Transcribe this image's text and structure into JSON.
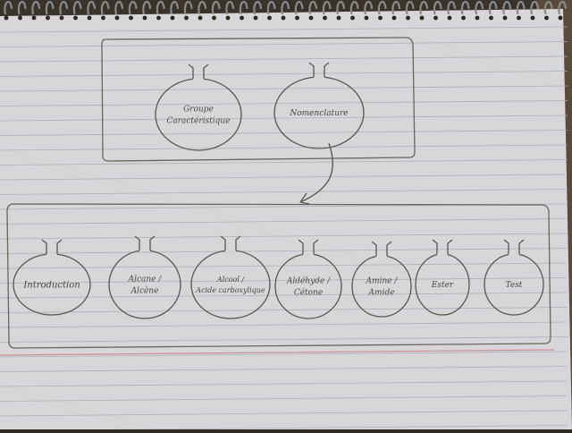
{
  "sketch": {
    "top_group": {
      "flasks": [
        {
          "id": "groupe",
          "lines": [
            "Groupe",
            "Caractéristique"
          ]
        },
        {
          "id": "nomenclature",
          "lines": [
            "Nomenclature"
          ]
        }
      ]
    },
    "bottom_group": {
      "flasks": [
        {
          "id": "introduction",
          "lines": [
            "Introduction"
          ]
        },
        {
          "id": "alcane",
          "lines": [
            "Alcane /",
            "Alcène"
          ]
        },
        {
          "id": "alcool",
          "lines": [
            "Alcool /",
            "Acide carboxylique"
          ]
        },
        {
          "id": "aldehyde",
          "lines": [
            "Aldéhyde /",
            "Cétone"
          ]
        },
        {
          "id": "amine",
          "lines": [
            "Amine /",
            "Amide"
          ]
        },
        {
          "id": "ester",
          "lines": [
            "Ester"
          ]
        },
        {
          "id": "test",
          "lines": [
            "Test"
          ]
        }
      ]
    }
  }
}
